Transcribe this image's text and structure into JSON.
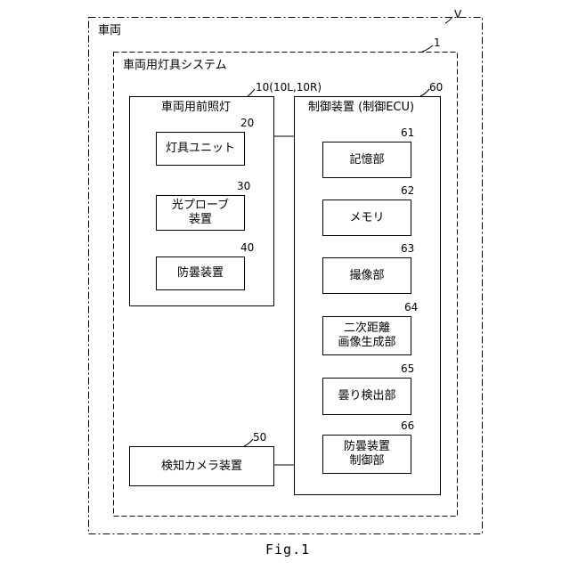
{
  "vehicle": {
    "label": "車両",
    "ref": "V"
  },
  "system": {
    "label": "車両用灯具システム",
    "ref": "1"
  },
  "headlight": {
    "label": "車両用前照灯",
    "ref": "10(10L,10R)",
    "components": [
      {
        "label": "灯具ユニット",
        "ref": "20"
      },
      {
        "label": "光プローブ\n装置",
        "ref": "30"
      },
      {
        "label": "防曇装置",
        "ref": "40"
      }
    ]
  },
  "camera": {
    "label": "検知カメラ装置",
    "ref": "50"
  },
  "ecu": {
    "label": "制御装置 (制御ECU)",
    "ref": "60",
    "components": [
      {
        "label": "記憶部",
        "ref": "61"
      },
      {
        "label": "メモリ",
        "ref": "62"
      },
      {
        "label": "撮像部",
        "ref": "63"
      },
      {
        "label": "二次距離\n画像生成部",
        "ref": "64"
      },
      {
        "label": "曇り検出部",
        "ref": "65"
      },
      {
        "label": "防曇装置\n制御部",
        "ref": "66"
      }
    ]
  },
  "figure_caption": "Fig.1"
}
